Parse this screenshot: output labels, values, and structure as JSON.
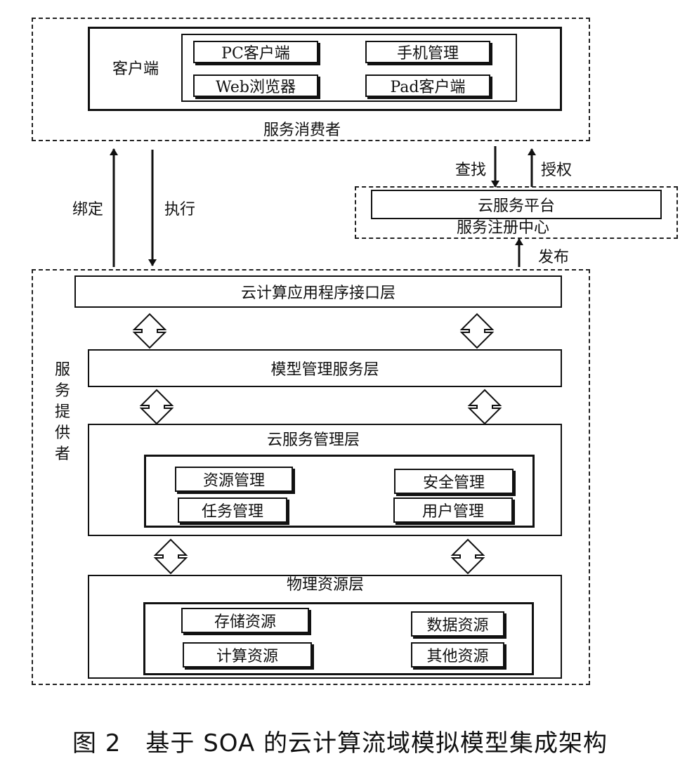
{
  "consumer": {
    "title": "服务消费者",
    "client_label": "客户端",
    "clients": [
      "PC客户端",
      "手机管理",
      "Web浏览器",
      "Pad客户端"
    ]
  },
  "arrows": {
    "bind": "绑定",
    "execute": "执行",
    "find": "查找",
    "authorize": "授权",
    "publish": "发布"
  },
  "registry": {
    "platform": "云服务平台",
    "title": "服务注册中心"
  },
  "provider": {
    "title": "服务提供者",
    "api_layer": "云计算应用程序接口层",
    "model_layer": "模型管理服务层",
    "cloud_layer": {
      "title": "云服务管理层",
      "items": [
        "资源管理",
        "安全管理",
        "任务管理",
        "用户管理"
      ]
    },
    "physical_layer": {
      "title": "物理资源层",
      "items": [
        "存储资源",
        "数据资源",
        "计算资源",
        "其他资源"
      ]
    }
  },
  "caption": "图 2　基于 SOA 的云计算流域模拟模型集成架构"
}
